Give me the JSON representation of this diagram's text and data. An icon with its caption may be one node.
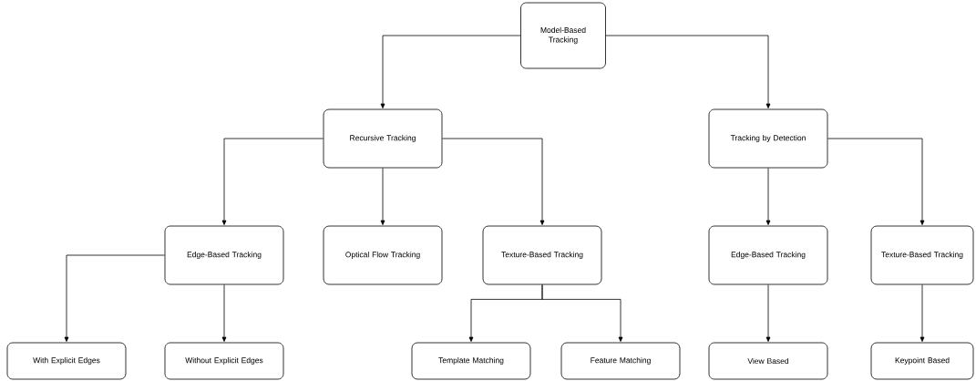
{
  "diagram": {
    "nodes": [
      {
        "text": [
          "Model-Based Tracking"
        ]
      },
      {
        "text": [
          "Recursive Tracking"
        ]
      },
      {
        "text": [
          "Tracking by Detection"
        ]
      },
      {
        "text": [
          "Edge-Based Tracking"
        ]
      },
      {
        "text": [
          "Optical Flow Tracking"
        ]
      },
      {
        "text": [
          "Texture-Based Tracking"
        ]
      },
      {
        "text": [
          "Edge-Based Tracking"
        ]
      },
      {
        "text": [
          "Texture-Based Tracking"
        ]
      },
      {
        "text": [
          "With Explicit Edges"
        ]
      },
      {
        "text": [
          "Without Explicit Edges"
        ]
      },
      {
        "text": [
          "Template Matching"
        ]
      },
      {
        "text": [
          "Feature Matching"
        ]
      },
      {
        "text": [
          "View Based"
        ]
      },
      {
        "text": [
          "Keypoint Based"
        ]
      }
    ],
    "edges": [
      {
        "from": 0,
        "to": 1,
        "arrow": "to"
      },
      {
        "from": 0,
        "to": 2,
        "arrow": "to"
      },
      {
        "from": 1,
        "to": 3,
        "arrow": "to"
      },
      {
        "from": 1,
        "to": 4,
        "arrow": "to"
      },
      {
        "from": 1,
        "to": 5,
        "arrow": "to"
      },
      {
        "from": 2,
        "to": 6,
        "arrow": "to"
      },
      {
        "from": 2,
        "to": 7,
        "arrow": "to"
      },
      {
        "from": 3,
        "to": 8,
        "arrow": "to"
      },
      {
        "from": 3,
        "to": 9,
        "arrow": "to"
      },
      {
        "from": 5,
        "to": 10,
        "arrow": "to"
      },
      {
        "from": 5,
        "to": 11,
        "arrow": "to"
      },
      {
        "from": 6,
        "to": 12,
        "arrow": "to"
      },
      {
        "from": 7,
        "to": 13,
        "arrow": "to"
      }
    ]
  }
}
